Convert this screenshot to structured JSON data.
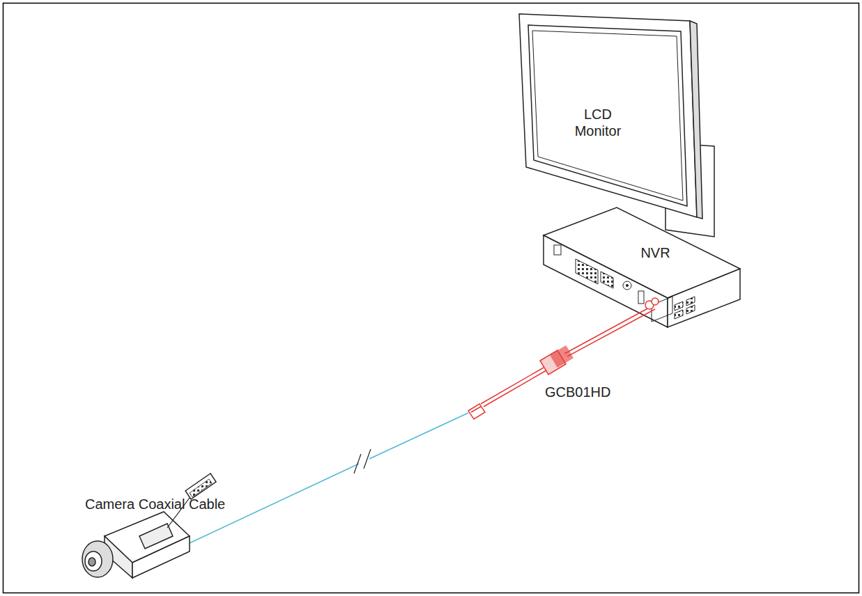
{
  "diagram": {
    "nodes": [
      {
        "text": [
          "LCD Monitor"
        ]
      },
      {
        "text": [
          "NVR"
        ]
      }
    ],
    "labels": [
      "GCB01HD",
      "Camera Coaxial Cable"
    ]
  }
}
